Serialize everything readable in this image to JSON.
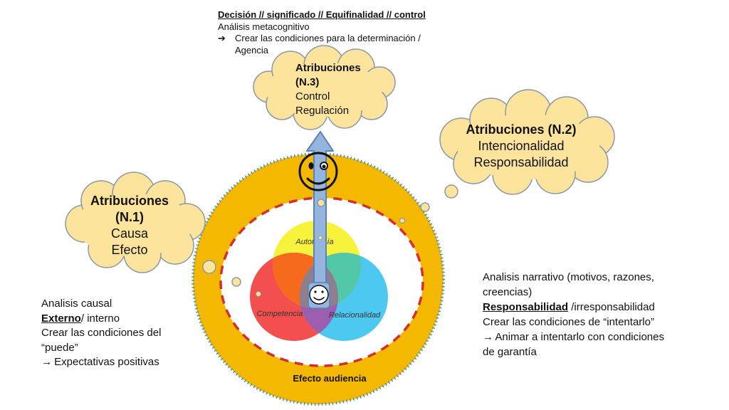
{
  "top_note": {
    "heading": "Decisión // significado // Equifinalidad // control",
    "line1": "Análisis metacognitivo",
    "bullet": "Crear las condiciones para la determinación /",
    "bullet_cont": "Agencia"
  },
  "cloud_n3": {
    "title": "Atribuciones",
    "level": "(N.3)",
    "line1": "Control",
    "line2": "Regulación"
  },
  "cloud_n2": {
    "title": "Atribuciones (N.2)",
    "line1": "Intencionalidad",
    "line2": "Responsabilidad"
  },
  "cloud_n1": {
    "title": "Atribuciones",
    "level": "(N.1)",
    "line1": "Causa",
    "line2": "Efecto"
  },
  "venn": {
    "top": "Autonomía",
    "left": "Competencia",
    "right": "Relacionalidad"
  },
  "ring_label": "Efecto audiencia",
  "left_note": {
    "line1": "Analisis causal",
    "line2_u": "Externo",
    "line2_rest": "/ interno",
    "line3": "Crear las condiciones del",
    "line4": "“puede”",
    "arrow": "→",
    "line5": "Expectativas positivas"
  },
  "right_note": {
    "line1": "Analisis narrativo (motivos, razones,",
    "line2": "creencias)",
    "line3_u": "Responsabilidad",
    "line3_rest": "/irresponsabilidad",
    "line4": "Crear las condiciones de “intentarlo”",
    "arrow": "→",
    "line5": "Animar a intentarlo con condiciones",
    "line6": "de garantía"
  },
  "colors": {
    "ring": "#F5B800",
    "ring_border": "#3E92C9",
    "dashed": "#D32F2F",
    "cloud_fill": "#FCE49C",
    "cloud_stroke": "#8A98A8",
    "venn_top": "#F7F23C",
    "venn_left": "#F24646",
    "venn_right": "#3AC2EF",
    "arrow_fill": "#94B6DE",
    "arrow_stroke": "#5B82B5"
  },
  "icons": [
    "smiley-large-icon",
    "smiley-small-icon",
    "up-arrow-icon"
  ]
}
